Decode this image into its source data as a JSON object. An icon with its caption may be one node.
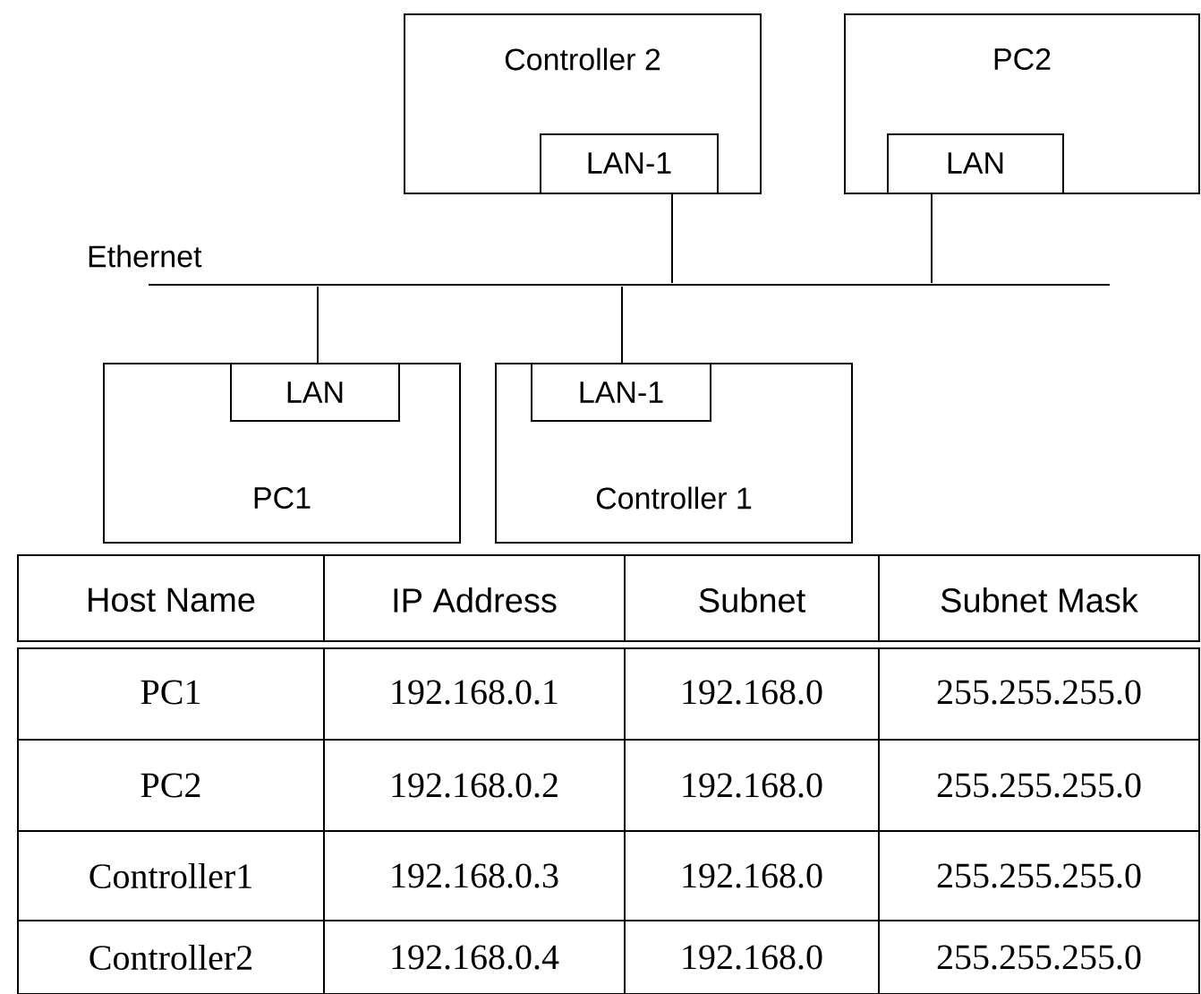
{
  "diagram": {
    "nodes": [
      {
        "text": [
          "Controller 2"
        ]
      },
      {
        "text": [
          "LAN-1"
        ],
        "in": 0
      },
      {
        "text": [
          "PC2"
        ]
      },
      {
        "text": [
          "LAN"
        ],
        "in": 2
      },
      {
        "text": [],
        "shape": "bar",
        "beside": [
          "Ethernet"
        ]
      },
      {
        "text": [
          "PC1"
        ]
      },
      {
        "text": [
          "LAN"
        ],
        "in": 5
      },
      {
        "text": [
          "Controller 1"
        ]
      },
      {
        "text": [
          "LAN-1"
        ],
        "in": 7
      }
    ],
    "edges": [
      {
        "from": 1,
        "to": 4,
        "arrow": "none"
      },
      {
        "from": 3,
        "to": 4,
        "arrow": "none"
      },
      {
        "from": 6,
        "to": 4,
        "arrow": "none"
      },
      {
        "from": 8,
        "to": 4,
        "arrow": "none"
      }
    ],
    "labels": [
      "Host Name",
      "IP Address",
      "Subnet",
      "Subnet Mask",
      "PC1",
      "192.168.0.1",
      "192.168.0",
      "255.255.255.0",
      "PC2",
      "192.168.0.2",
      "192.168.0",
      "255.255.255.0",
      "Controller1",
      "192.168.0.3",
      "192.168.0",
      "255.255.255.0",
      "Controller2",
      "192.168.0.4",
      "192.168.0",
      "255.255.255.0"
    ]
  }
}
